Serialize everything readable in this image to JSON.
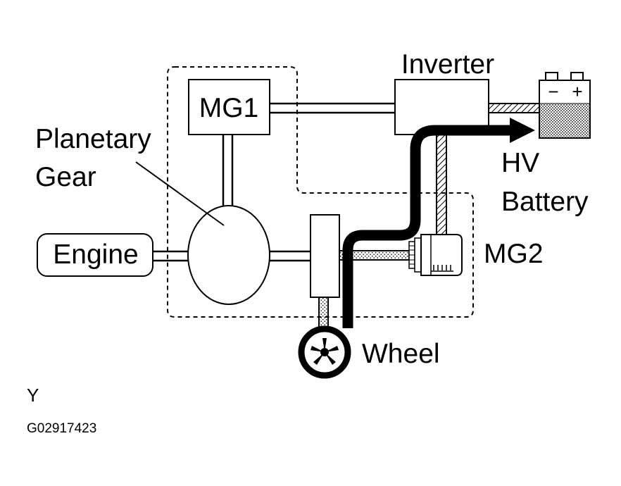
{
  "diagram": {
    "labels": {
      "inverter": "Inverter",
      "mg1": "MG1",
      "planetary_line1": "Planetary",
      "planetary_line2": "Gear",
      "engine": "Engine",
      "hv_line1": "HV",
      "hv_line2": "Battery",
      "mg2": "MG2",
      "wheel": "Wheel",
      "battery_minus": "−",
      "battery_plus": "+"
    },
    "footer": {
      "view_letter": "Y",
      "figure_code": "G02917423"
    },
    "colors": {
      "line": "#000000",
      "background": "#ffffff"
    }
  }
}
